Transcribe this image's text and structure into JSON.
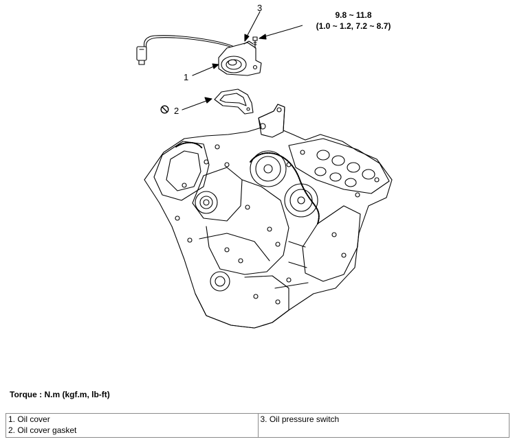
{
  "callouts": {
    "c1": "1",
    "c2": "2",
    "c3": "3"
  },
  "torque_spec": {
    "line1": "9.8 ~ 11.8",
    "line2": "(1.0 ~ 1.2, 7.2 ~ 8.7)"
  },
  "torque_unit_label": "Torque : N.m (kgf.m, lb-ft)",
  "parts_left": [
    "1. Oil cover",
    "2. Oil cover gasket"
  ],
  "parts_right": [
    "3. Oil pressure switch"
  ],
  "icons": {
    "no_reuse": "no-reuse-icon"
  }
}
